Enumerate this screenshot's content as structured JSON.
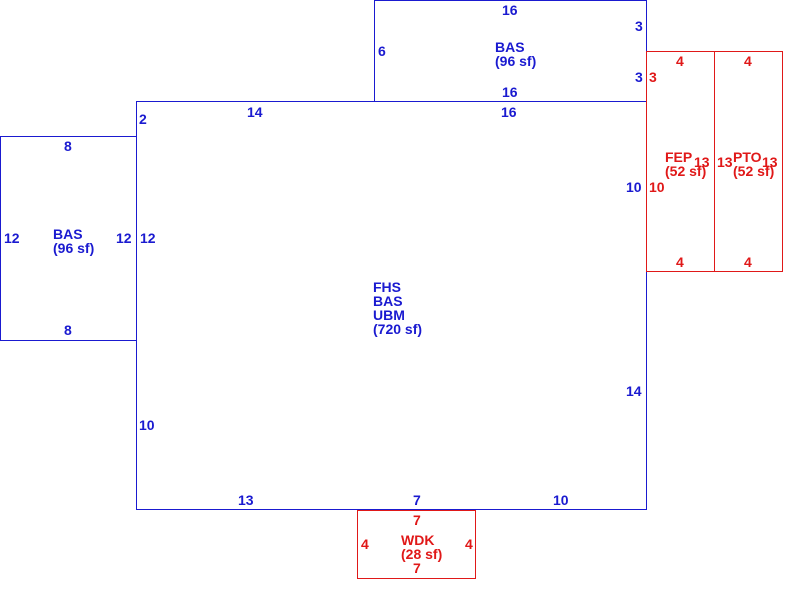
{
  "colors": {
    "existing": "#1a1ad0",
    "addition": "#e01818",
    "background": "#ffffff"
  },
  "areas": {
    "main": {
      "codes": [
        "FHS",
        "BAS",
        "UBM"
      ],
      "area": "(720 sf)",
      "dims": {
        "top_left": "14",
        "top_right": "16",
        "left_top": "2",
        "left_mid": "12",
        "left_bottom": "10",
        "right_upper": "10",
        "right_lower": "14",
        "bottom_left": "13",
        "bottom_mid": "7",
        "bottom_right": "10"
      }
    },
    "top_bas": {
      "code": "BAS",
      "area": "(96 sf)",
      "dims": {
        "top": "16",
        "bottom": "16",
        "left": "6",
        "right_upper": "3",
        "right_lower": "3"
      }
    },
    "left_bas": {
      "code": "BAS",
      "area": "(96 sf)",
      "dims": {
        "top": "8",
        "bottom": "8",
        "left": "12",
        "right": "12"
      }
    },
    "fep": {
      "code": "FEP",
      "area": "(52 sf)",
      "dims": {
        "top": "4",
        "bottom": "4",
        "left_upper": "3",
        "left_lower": "10",
        "right": "13"
      }
    },
    "pto": {
      "code": "PTO",
      "area": "(52 sf)",
      "dims": {
        "top": "4",
        "bottom": "4",
        "left": "13",
        "right": "13"
      }
    },
    "wdk": {
      "code": "WDK",
      "area": "(28 sf)",
      "dims": {
        "top": "7",
        "bottom": "7",
        "left": "4",
        "right": "4"
      }
    }
  }
}
